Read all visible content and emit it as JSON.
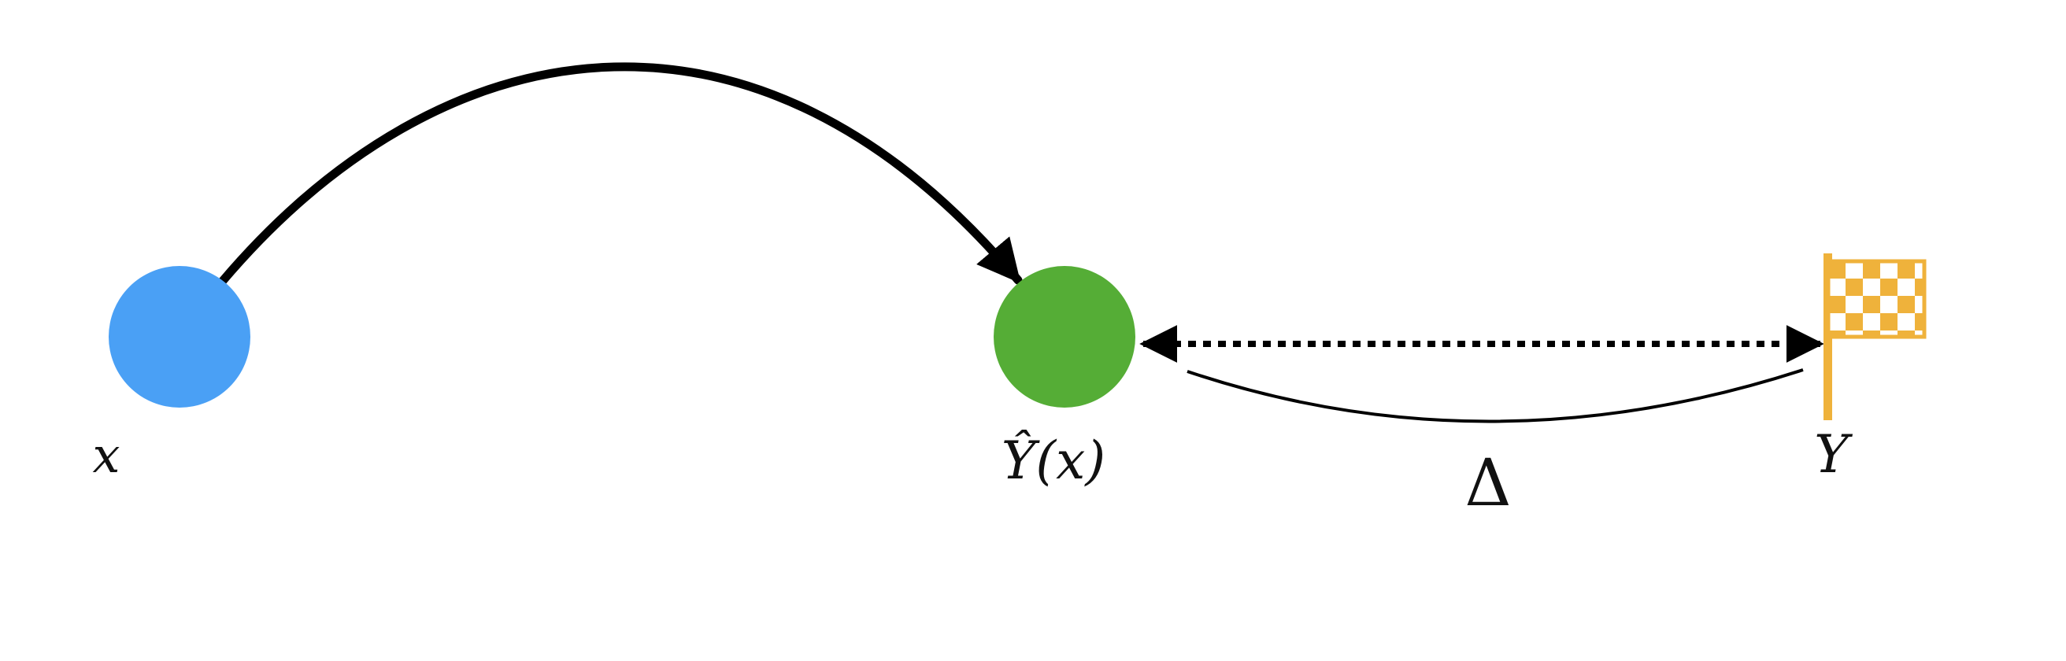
{
  "nodes": {
    "input": {
      "label": "x",
      "color": "#4aa0f5"
    },
    "prediction": {
      "label": "Ŷ(x)",
      "color": "#55ad36"
    },
    "target": {
      "label": "Y",
      "color": "#efb23b",
      "icon": "checkered-flag-icon"
    }
  },
  "edges": {
    "mapping": {
      "style": "solid-curved-arrow"
    },
    "distance": {
      "style": "dotted-double-arrow",
      "label": "Δ"
    }
  }
}
